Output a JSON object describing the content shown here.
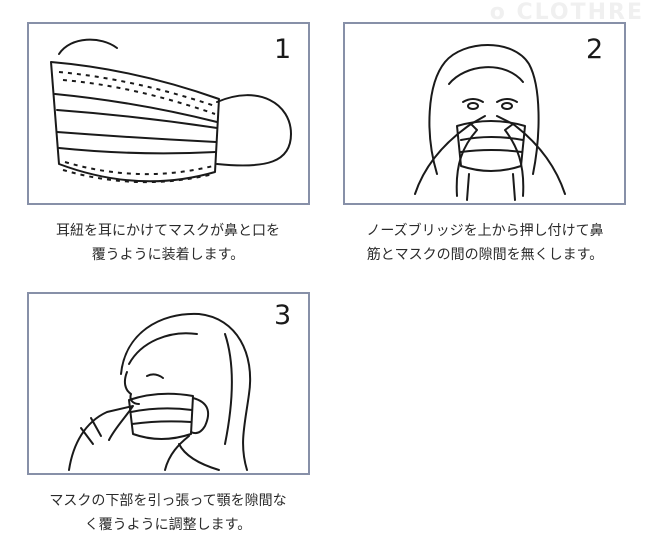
{
  "watermark": "o CLOTHRE",
  "steps": [
    {
      "number": "1",
      "caption_lines": [
        "耳紐を耳にかけてマスクが鼻と口を",
        "覆うように装着します。"
      ],
      "illustration": "mask-on-ear-loops"
    },
    {
      "number": "2",
      "caption_lines": [
        "ノーズブリッジを上から押し付けて鼻",
        "筋とマスクの間の隙間を無くします。"
      ],
      "illustration": "pressing-nose-bridge"
    },
    {
      "number": "3",
      "caption_lines": [
        "マスクの下部を引っ張って顎を隙間な",
        "く覆うように調整します。"
      ],
      "illustration": "pulling-mask-down-over-chin"
    }
  ],
  "colors": {
    "border": "#8790a8",
    "text": "#2a2a2a",
    "line_art": "#1a1a1a"
  }
}
